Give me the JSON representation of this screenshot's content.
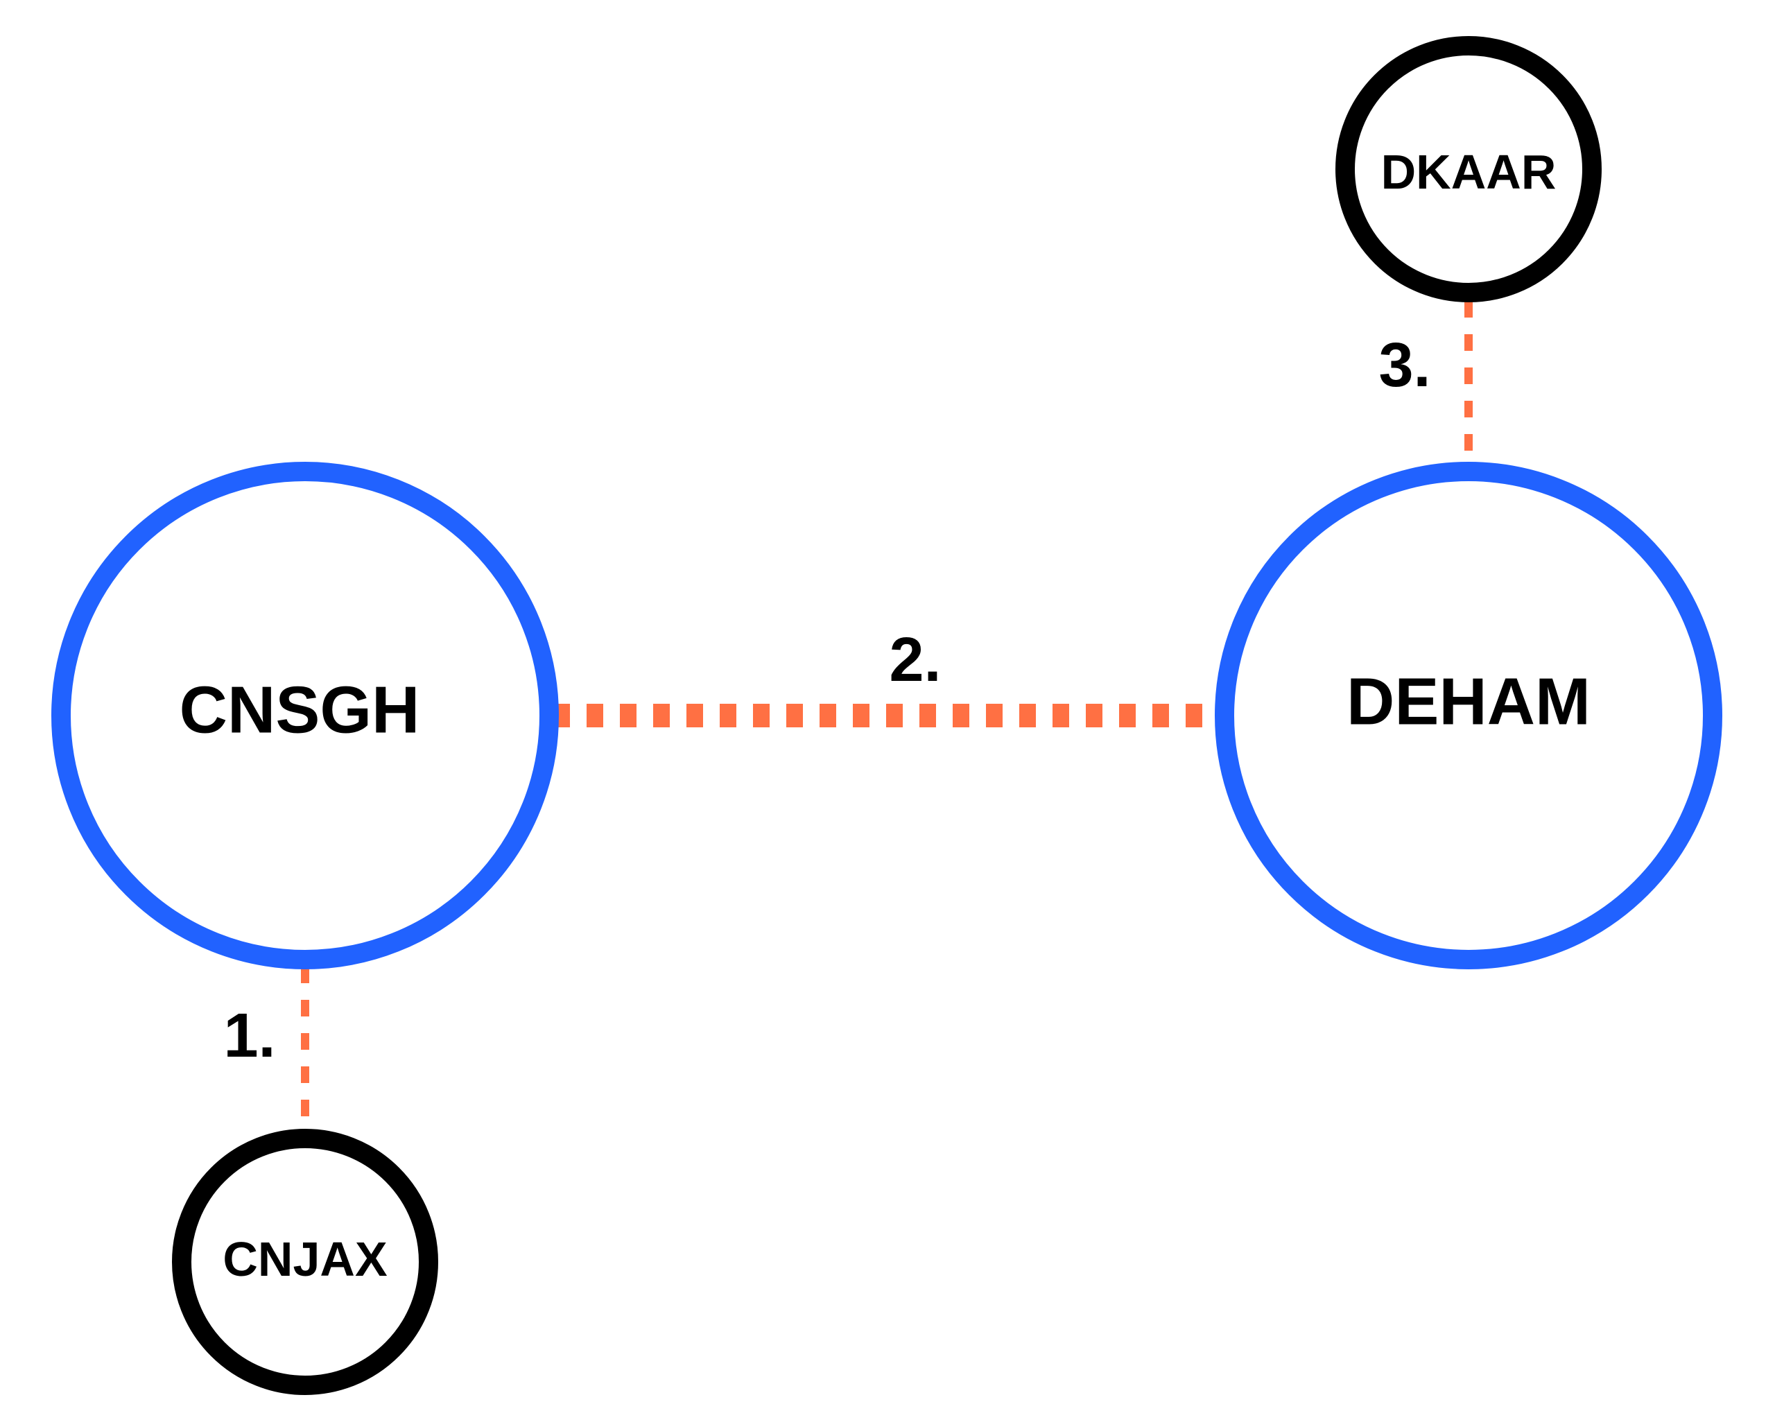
{
  "colors": {
    "hub_stroke": "#2162ff",
    "leaf_stroke": "#000000",
    "edge": "#ff7043"
  },
  "nodes": [
    {
      "id": "cnsgh",
      "label": "CNSGH",
      "kind": "hub"
    },
    {
      "id": "deham",
      "label": "DEHAM",
      "kind": "hub"
    },
    {
      "id": "cnjax",
      "label": "CNJAX",
      "kind": "leaf"
    },
    {
      "id": "dkaar",
      "label": "DKAAR",
      "kind": "leaf"
    }
  ],
  "edges": [
    {
      "step": "1.",
      "from": "cnsgh",
      "to": "cnjax"
    },
    {
      "step": "2.",
      "from": "cnsgh",
      "to": "deham"
    },
    {
      "step": "3.",
      "from": "deham",
      "to": "dkaar"
    }
  ]
}
